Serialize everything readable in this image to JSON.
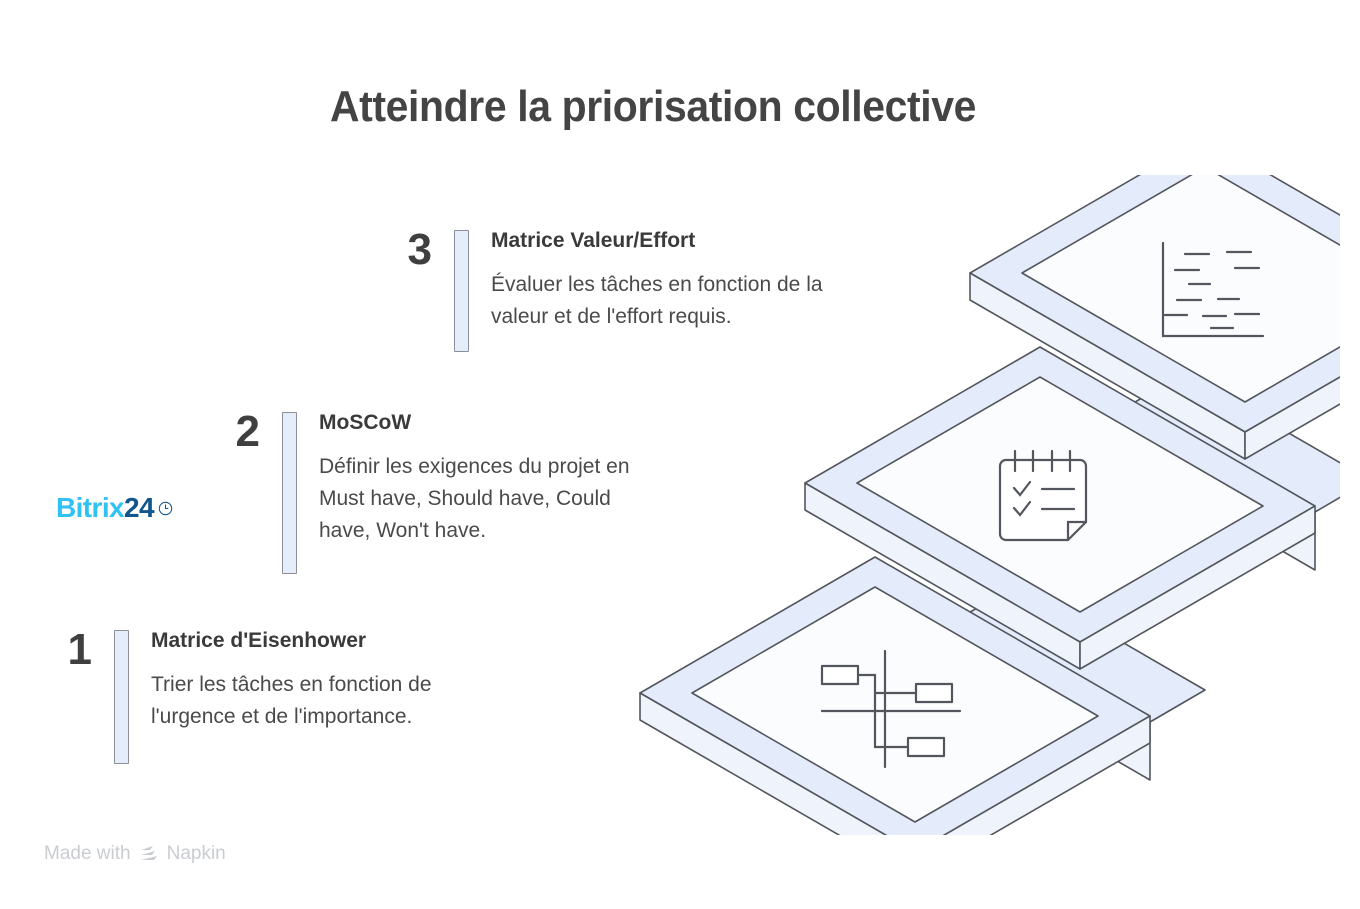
{
  "title": "Atteindre la priorisation collective",
  "steps": [
    {
      "number": "3",
      "heading": "Matrice Valeur/Effort",
      "description": "Évaluer les tâches en fonction de la\nvaleur et de l'effort requis.",
      "icon": "scatter-chart-icon"
    },
    {
      "number": "2",
      "heading": "MoSCoW",
      "description": "Définir les exigences du projet en\nMust have, Should have, Could\nhave, Won't have.",
      "icon": "checklist-notepad-icon"
    },
    {
      "number": "1",
      "heading": "Matrice d'Eisenhower",
      "description": "Trier les tâches en fonction de\nl'urgence et de l'importance.",
      "icon": "matrix-chart-icon"
    }
  ],
  "logo": {
    "word": "Bitrix",
    "number": "24",
    "icon": "clock-icon"
  },
  "footer": {
    "made_with": "Made with",
    "brand": "Napkin",
    "icon": "napkin-logo-icon"
  },
  "colors": {
    "title": "#444444",
    "heading": "#3a3a3a",
    "body": "#4a4a4a",
    "bar_fill": "#e6edfa",
    "bar_border": "#8a8f98",
    "platform_band": "#e4ecfb",
    "platform_side": "#eff3fb",
    "platform_stroke": "#53565c",
    "brand_cyan": "#2fc2f3",
    "brand_navy": "#11558c",
    "footer_gray": "#c9cdd2"
  }
}
